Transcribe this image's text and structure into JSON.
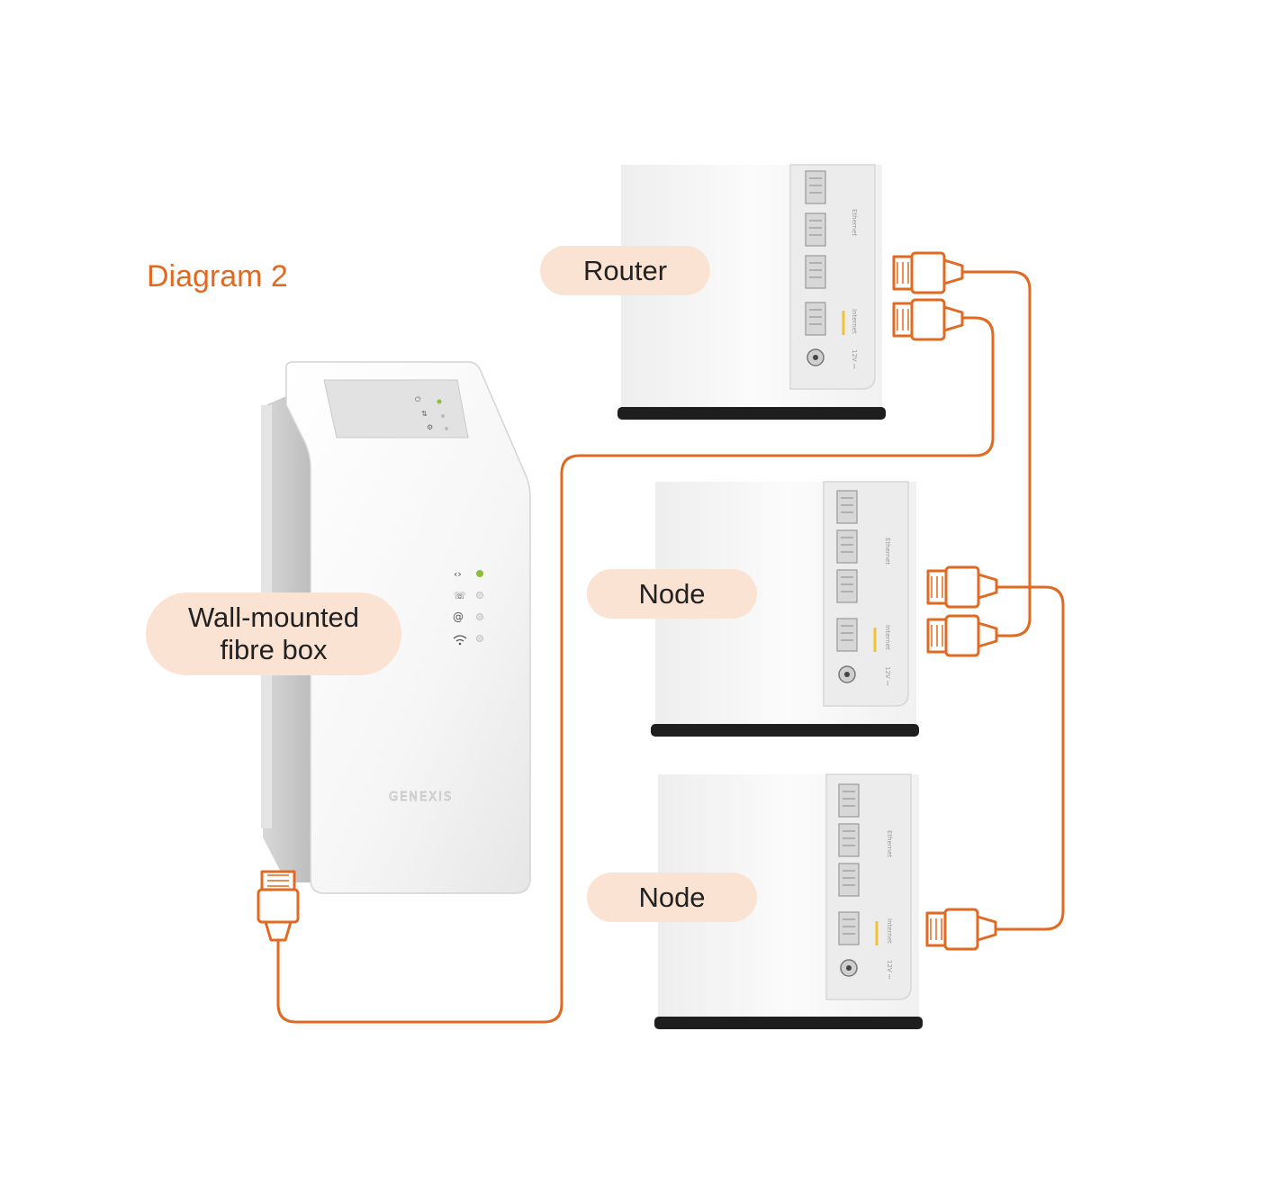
{
  "title": "Diagram 2",
  "labels": {
    "router": "Router",
    "node_1": "Node",
    "node_2": "Node",
    "fibre_box_line1": "Wall-mounted",
    "fibre_box_line2": "fibre box"
  },
  "fibre_box": {
    "brand": "GENEXIS"
  },
  "port_labels": {
    "ethernet": "Ethernet",
    "internet": "Internet",
    "power": "12V ⎓"
  },
  "colors": {
    "accent": "#e06a22",
    "pill_background": "#fbe3d4",
    "device_white": "#f7f7f7",
    "device_base": "#1e1e1e",
    "internet_port_marker": "#f2c230"
  }
}
